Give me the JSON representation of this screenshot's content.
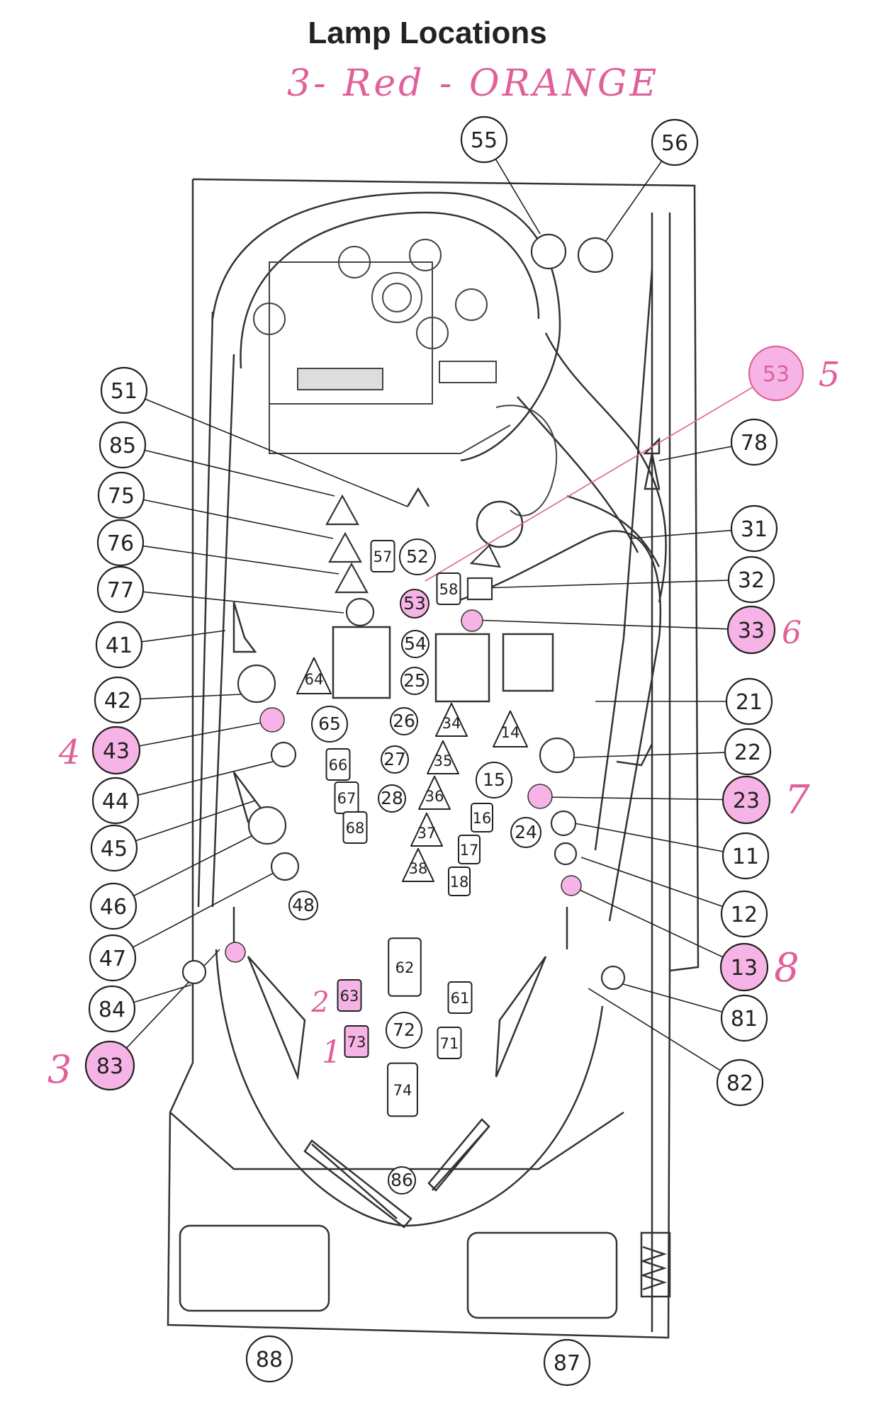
{
  "title": "Lamp Locations",
  "subtitle": "3- Red - ORANGE",
  "accent_color": "#f6b4e6",
  "annotation_color": "#e0609a",
  "callouts": {
    "c55": "55",
    "c56": "56",
    "c51": "51",
    "c85": "85",
    "c75": "75",
    "c76": "76",
    "c77": "77",
    "c41": "41",
    "c42": "42",
    "c43": "43",
    "c44": "44",
    "c45": "45",
    "c46": "46",
    "c47": "47",
    "c84": "84",
    "c83": "83",
    "c53h": "53",
    "c78": "78",
    "c31": "31",
    "c32": "32",
    "c33": "33",
    "c21": "21",
    "c22": "22",
    "c23": "23",
    "c11": "11",
    "c12": "12",
    "c13": "13",
    "c81": "81",
    "c82": "82",
    "c88": "88",
    "c87": "87"
  },
  "playfield_lamps": {
    "l57": "57",
    "l52": "52",
    "l53": "53",
    "l58": "58",
    "l54": "54",
    "l64": "64",
    "l25": "25",
    "l65": "65",
    "l26": "26",
    "l34": "34",
    "l14": "14",
    "l66": "66",
    "l27": "27",
    "l35": "35",
    "l15": "15",
    "l67": "67",
    "l28": "28",
    "l36": "36",
    "l16": "16",
    "l24": "24",
    "l68": "68",
    "l37": "37",
    "l17": "17",
    "l38": "38",
    "l18": "18",
    "l48": "48",
    "l62": "62",
    "l63": "63",
    "l61": "61",
    "l72": "72",
    "l73": "73",
    "l71": "71",
    "l74": "74",
    "l86": "86"
  },
  "handwritten_numbers": {
    "h5": "5",
    "h6": "6",
    "h4": "4",
    "h7": "7",
    "h8": "8",
    "h3": "3",
    "h2": "2",
    "h1": "1"
  }
}
